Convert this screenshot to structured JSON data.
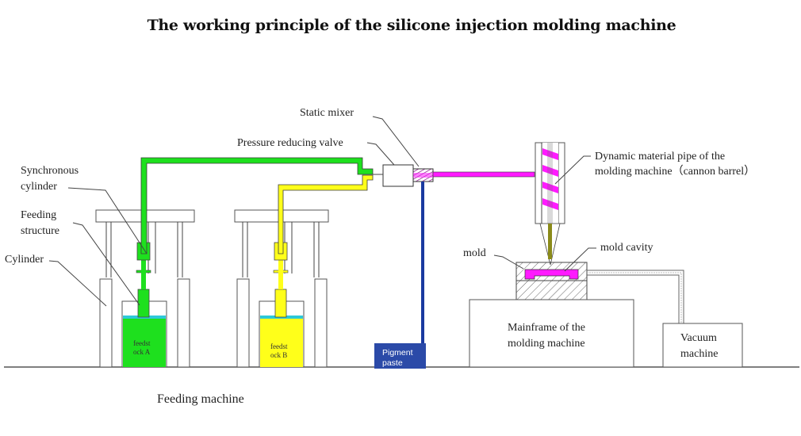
{
  "title": "The working principle of the silicone injection molding machine",
  "labels": {
    "static_mixer": "Static mixer",
    "pressure_reducing_valve": "Pressure reducing valve",
    "synchronous_cylinder_1": "Synchronous",
    "synchronous_cylinder_2": "cylinder",
    "feeding_structure_1": "Feeding",
    "feeding_structure_2": "structure",
    "cylinder": "Cylinder",
    "dynamic_pipe_1": "Dynamic material pipe of the",
    "dynamic_pipe_2": "molding machine（cannon barrel）",
    "mold": "mold",
    "mold_cavity": "mold cavity",
    "mainframe_1": "Mainframe of the",
    "mainframe_2": "molding machine",
    "vacuum_1": "Vacuum",
    "vacuum_2": "machine",
    "feedstock_a_1": "feedst",
    "feedstock_a_2": "ock A",
    "feedstock_b_1": "feedst",
    "feedstock_b_2": "ock B",
    "pigment_1": "Pigment",
    "pigment_2": "paste",
    "feeding_machine": "Feeding machine"
  },
  "colors": {
    "feedstock_a": "#1ee01e",
    "feedstock_b": "#ffff1a",
    "mixed_material": "#ff1aff",
    "pigment": "#1a3aa0",
    "liquid_surface": "#2ec8d8",
    "nozzle": "#8b8b1a"
  }
}
